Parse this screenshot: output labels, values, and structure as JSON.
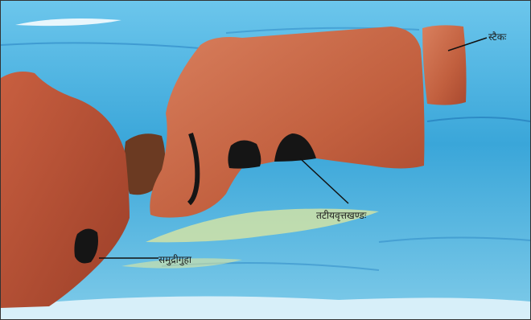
{
  "labels": {
    "sea_stack": "स्टैकः",
    "sea_arch": "तटीयवृत्तखण्डः",
    "sea_cave": "समुद्रीगुहा"
  },
  "colors": {
    "sea": "#39a9dc",
    "sea_light": "#8fd3ef",
    "rock": "#c96a4a",
    "rock_dark": "#9f4632",
    "shadow": "#1b1b1b",
    "sand": "#e9eb9a"
  }
}
